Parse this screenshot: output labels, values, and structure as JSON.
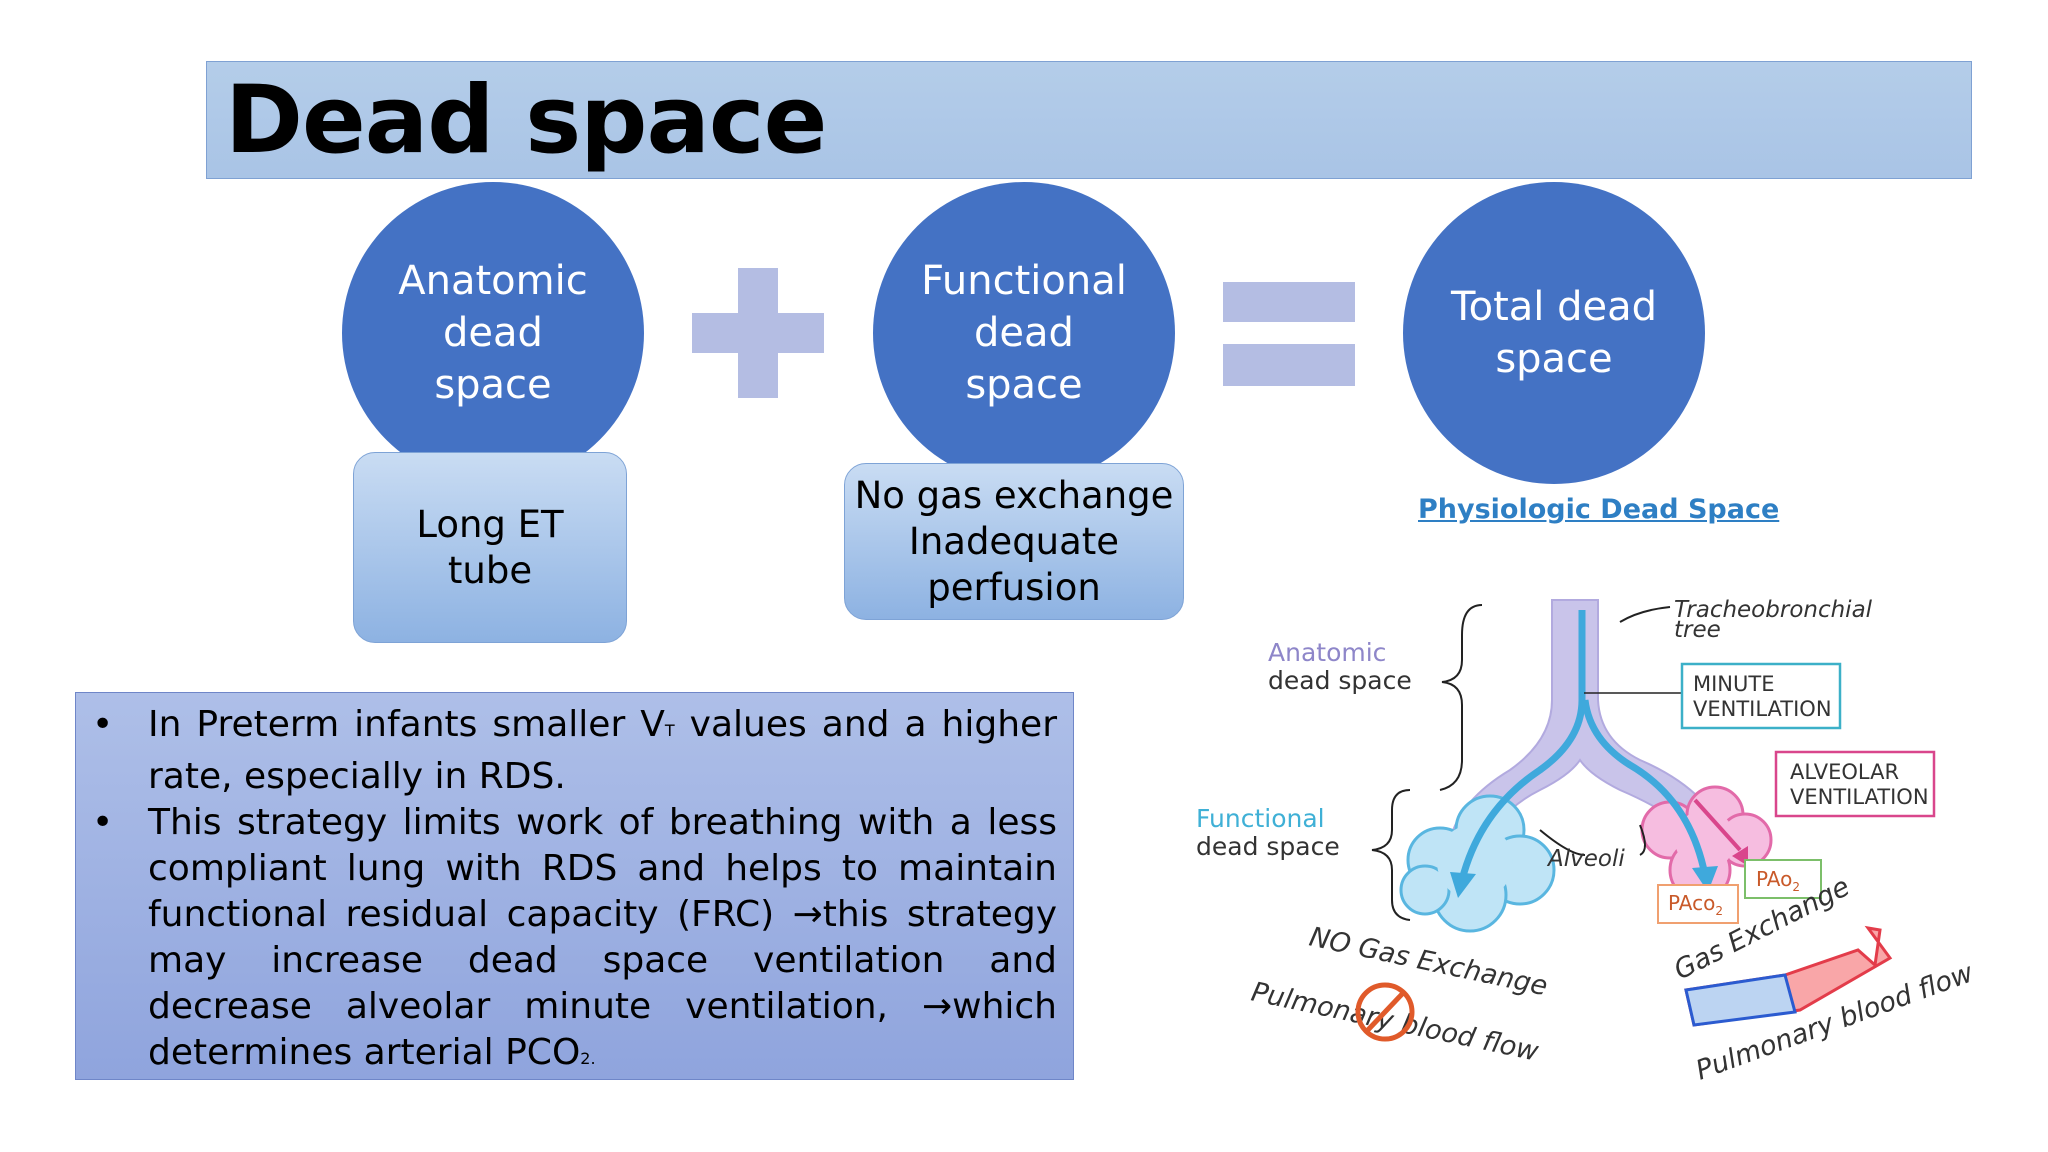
{
  "title": "Dead space",
  "equation": {
    "circle1": [
      "Anatomic",
      "dead",
      "space"
    ],
    "circle2": [
      "Functional",
      "dead",
      "space"
    ],
    "circle3": [
      "Total dead",
      "space"
    ],
    "box1": "Long ET\ntube",
    "box2": "No gas exchange\nInadequate\nperfusion"
  },
  "bullets": {
    "item1_pre": "In Preterm infants smaller V",
    "item1_sub": "T",
    "item1_post": " values and a higher rate, especially in RDS.",
    "item2_pre": "This strategy limits work of breathing with a less compliant lung with RDS and helps to maintain functional residual capacity (FRC) →this strategy may increase dead space ventilation and decrease alveolar minute ventilation, →which determines arterial PCO",
    "item2_sub": "2.",
    "item2_post": ""
  },
  "diagram": {
    "title": "Physiologic Dead Space",
    "anatomic_label1": "Anatomic",
    "anatomic_label2": "dead space",
    "functional_label1": "Functional",
    "functional_label2": "dead space",
    "tracheo_label1": "Tracheobronchial",
    "tracheo_label2": "tree",
    "minute_label1": "MINUTE",
    "minute_label2": "VENTILATION",
    "alveolar_label1": "ALVEOLAR",
    "alveolar_label2": "VENTILATION",
    "alveoli_label": "Alveoli",
    "pao2_label": "PAo",
    "pao2_sub": "2",
    "paco2_label": "PAco",
    "paco2_sub": "2",
    "no_gas_label": "NO Gas Exchange",
    "gas_label": "Gas Exchange",
    "pulm_left": "Pulmonary blood flow",
    "pulm_right": "Pulmonary blood flow"
  },
  "colors": {
    "circle": "#4472c4",
    "operator": "#b4bde3",
    "title_bar": "#aec8e8",
    "diagram_title": "#2e7fc4",
    "functional_label": "#3fb0d6",
    "anatomic_label": "#8e86c9",
    "minute_box": "#3cb0c8",
    "alveolar_box": "#d9468c"
  }
}
